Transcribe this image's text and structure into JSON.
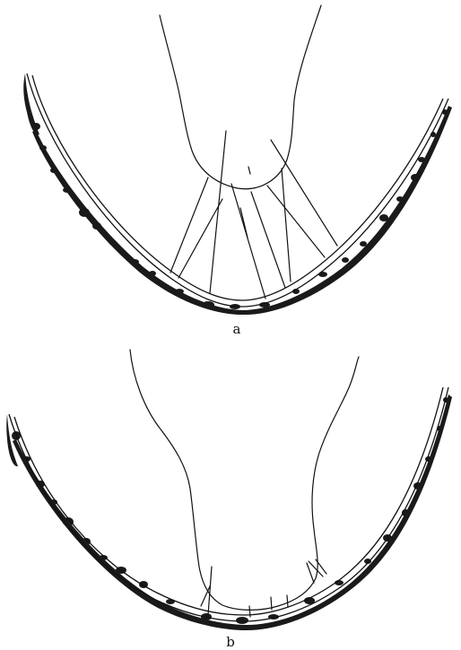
{
  "figure": {
    "panels": [
      {
        "id": "a",
        "label": "a"
      },
      {
        "id": "b",
        "label": "b"
      }
    ]
  },
  "colors": {
    "ink": "#111111",
    "background": "#ffffff"
  }
}
